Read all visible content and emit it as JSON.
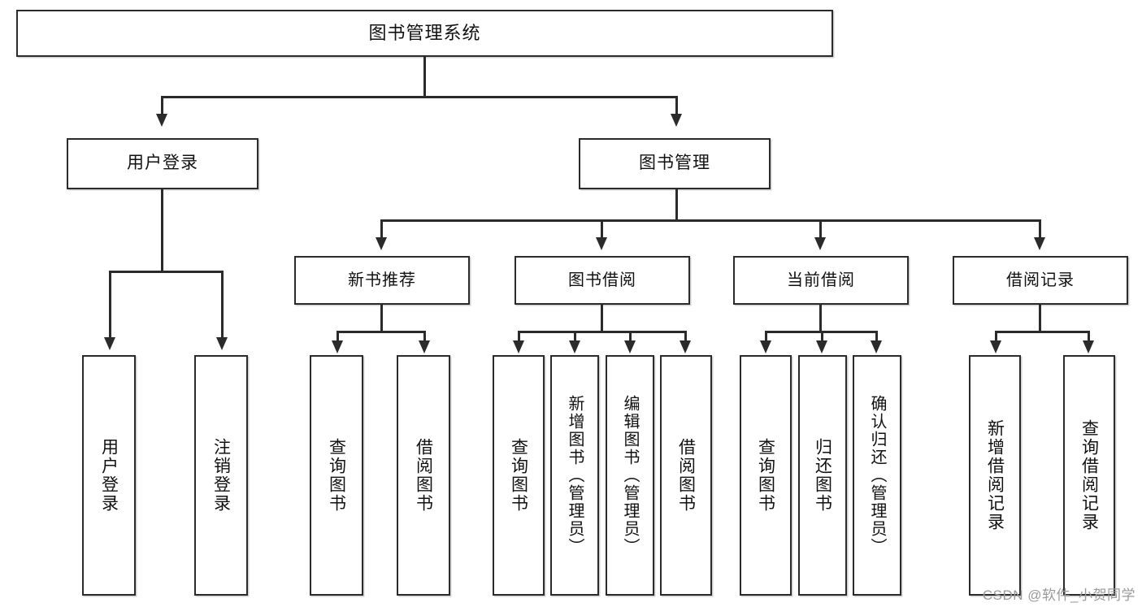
{
  "diagram": {
    "title": "图书管理系统",
    "type": "tree",
    "root": {
      "label": "图书管理系统"
    },
    "level2": [
      {
        "label": "用户登录"
      },
      {
        "label": "图书管理"
      }
    ],
    "level3": [
      {
        "label": "新书推荐"
      },
      {
        "label": "图书借阅"
      },
      {
        "label": "当前借阅"
      },
      {
        "label": "借阅记录"
      }
    ],
    "leaves": {
      "user_login": [
        {
          "label": "用户登录"
        },
        {
          "label": "注销登录"
        }
      ],
      "new_book_recommend": [
        {
          "label": "查询图书"
        },
        {
          "label": "借阅图书"
        }
      ],
      "book_borrow": [
        {
          "label": "查询图书"
        },
        {
          "label": "新增图书（管理员）"
        },
        {
          "label": "编辑图书（管理员）"
        },
        {
          "label": "借阅图书"
        }
      ],
      "current_borrow": [
        {
          "label": "查询图书"
        },
        {
          "label": "归还图书"
        },
        {
          "label": "确认归还（管理员）"
        }
      ],
      "borrow_record": [
        {
          "label": "新增借阅记录"
        },
        {
          "label": "查询借阅记录"
        }
      ]
    }
  },
  "watermark": {
    "text": "CSDN @软件_小贺同学"
  },
  "colors": {
    "stroke": "#2b2b2b",
    "fill": "#ffffff",
    "text": "#111111",
    "watermark": "#9a9a9a"
  }
}
